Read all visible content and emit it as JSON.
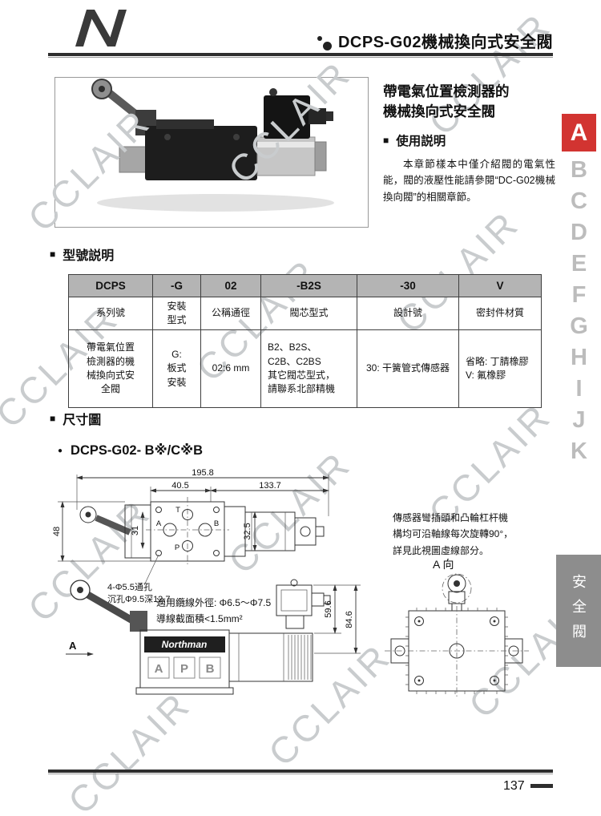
{
  "watermark": {
    "text": "CCLAIR"
  },
  "header": {
    "title": "DCPS-G02機械換向式安全閥"
  },
  "intro": {
    "heading_line1": "帶電氣位置檢測器的",
    "heading_line2": "機械換向式安全閥",
    "usage_marker": "■",
    "usage_title": "使用説明",
    "usage_text": "本章節樣本中僅介紹閥的電氣性能，閥的液壓性能請參閱“DC-G02機械換向閥”的相關章節。"
  },
  "index_tabs": {
    "letters": [
      "A",
      "B",
      "C",
      "D",
      "E",
      "F",
      "G",
      "H",
      "I",
      "J",
      "K"
    ]
  },
  "side_tab": {
    "text": "安全閥"
  },
  "model_section": {
    "marker": "■",
    "title": "型號説明",
    "table": {
      "codes": [
        "DCPS",
        "-G",
        "02",
        "-B2S",
        "-30",
        "V"
      ],
      "labels": [
        "系列號",
        "安裝\n型式",
        "公稱通徑",
        "閥芯型式",
        "設計號",
        "密封件材質"
      ],
      "details": [
        "帶電氣位置\n檢測器的機\n械換向式安\n全閥",
        "G:\n板式\n安裝",
        "02:6 mm",
        "B2、B2S、\nC2B、C2BS\n其它閥芯型式，\n請聯系北部精機",
        "30: 干簧管式傳感器",
        "省略: 丁腈橡膠\nV: 氟橡膠"
      ]
    }
  },
  "dim_section": {
    "marker": "■",
    "title": "尺寸圖",
    "bullet": "●",
    "model_label": "DCPS-G02- B※/C※B",
    "top_view": {
      "dim_total": "195.8",
      "dim_left": "40.5",
      "dim_right": "133.7",
      "dim_h48": "48",
      "dim_h31": "31",
      "dim_h325": "32.5",
      "port_t": "T",
      "port_a": "A",
      "port_b": "B",
      "port_p": "P",
      "hole_note1": "4-Φ5.5通孔",
      "hole_note2": "沉孔Φ9.5深12.7"
    },
    "sensor_note": "傳感器彎插頭和凸輪杠杆機\n構均可沿軸線每次旋轉90°，\n詳見此視圖虛線部分。",
    "a_view_label": "A 向",
    "cable_note": "適用纜線外徑: Φ6.5～Φ7.5\n導線截面積<1.5mm²",
    "side_view": {
      "brand": "Northman",
      "port_a": "A",
      "port_p": "P",
      "port_b": "B",
      "dim_596": "59.6",
      "dim_846": "84.6",
      "arrow_label": "A"
    }
  },
  "footer": {
    "page": "137"
  }
}
